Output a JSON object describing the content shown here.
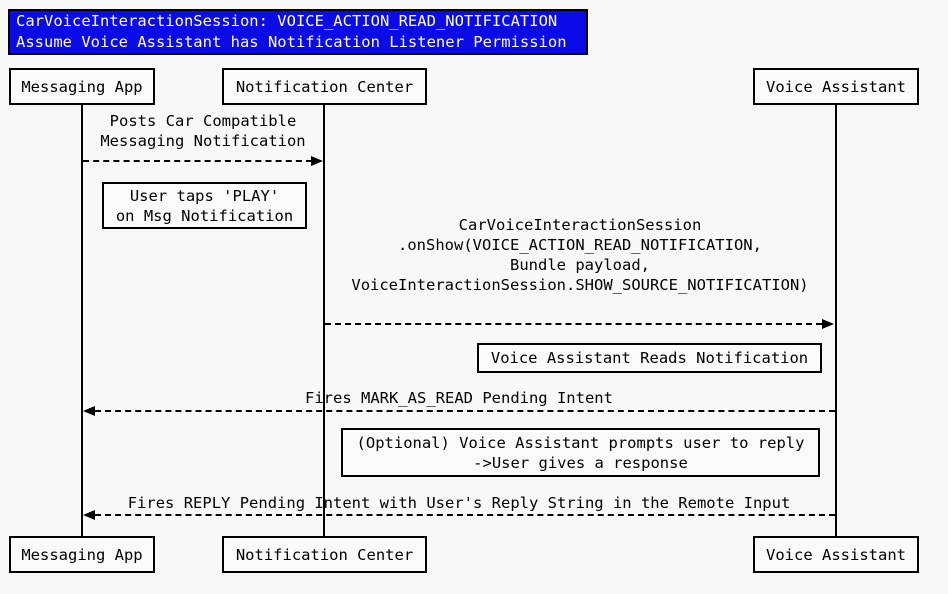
{
  "diagram": {
    "title": {
      "lines": [
        "CarVoiceInteractionSession: VOICE_ACTION_READ_NOTIFICATION",
        "Assume Voice Assistant has Notification Listener Permission"
      ]
    },
    "participants": [
      {
        "name": "Messaging App"
      },
      {
        "name": "Notification Center"
      },
      {
        "name": "Voice Assistant"
      }
    ],
    "messages": [
      {
        "from": "Messaging App",
        "to": "Notification Center",
        "direction": "right",
        "lines": [
          "Posts Car Compatible",
          "Messaging Notification"
        ]
      },
      {
        "from": "Notification Center",
        "to": "Voice Assistant",
        "direction": "right",
        "lines": [
          "CarVoiceInteractionSession",
          ".onShow(VOICE_ACTION_READ_NOTIFICATION,",
          "Bundle payload,",
          "VoiceInteractionSession.SHOW_SOURCE_NOTIFICATION)"
        ]
      },
      {
        "from": "Voice Assistant",
        "to": "Messaging App",
        "direction": "left",
        "lines": [
          "Fires MARK_AS_READ Pending Intent"
        ]
      },
      {
        "from": "Voice Assistant",
        "to": "Messaging App",
        "direction": "left",
        "lines": [
          "Fires REPLY Pending Intent with User's Reply String in the Remote Input"
        ]
      }
    ],
    "notes": [
      {
        "lines": [
          "User taps 'PLAY'",
          "on Msg Notification"
        ]
      },
      {
        "lines": [
          "Voice Assistant Reads Notification"
        ]
      },
      {
        "lines": [
          "(Optional) Voice Assistant prompts user to reply",
          "->User gives a response"
        ]
      }
    ],
    "colors": {
      "background": "#f8f8f8",
      "box_bg": "#fafafa",
      "line": "#000000",
      "title_bg": "#0b0be8",
      "title_text": "#ffffff"
    }
  }
}
